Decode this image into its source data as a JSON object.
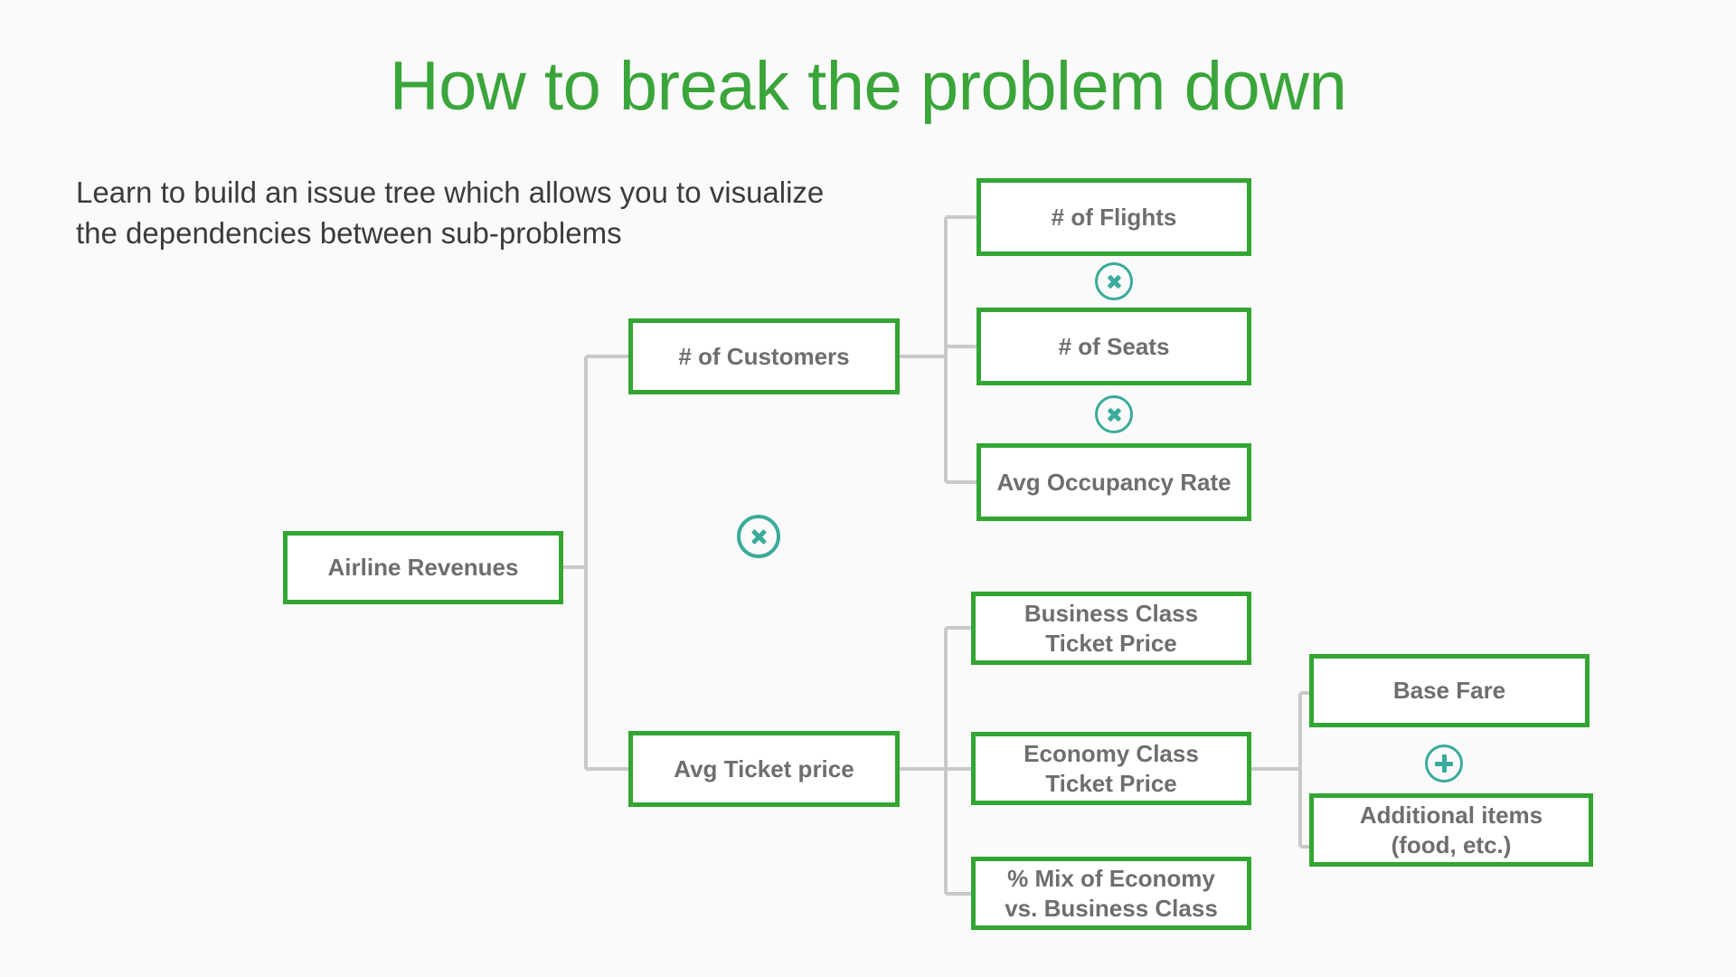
{
  "header": {
    "title": "How to break the problem down",
    "subtitle": "Learn to build an issue tree which allows you to visualize the dependencies between sub-problems"
  },
  "colors": {
    "title_green": "#3aa53a",
    "node_border_green": "#33a532",
    "node_text_gray": "#6e6e6e",
    "operator_teal": "#3aab9b",
    "connector_gray": "#c9c9c9",
    "background": "#fafafa",
    "subtitle_text": "#3b3b3b"
  },
  "tree": {
    "root": {
      "label": "Airline Revenues"
    },
    "level1": [
      {
        "label": "# of Customers"
      },
      {
        "label": "Avg Ticket price"
      }
    ],
    "level2_customers": [
      {
        "label": "# of Flights"
      },
      {
        "label": "# of Seats"
      },
      {
        "label": "Avg Occupancy Rate"
      }
    ],
    "level2_price": [
      {
        "label_line1": "Business Class",
        "label_line2": "Ticket Price"
      },
      {
        "label_line1": "Economy Class",
        "label_line2": "Ticket Price"
      },
      {
        "label_line1": "% Mix of Economy",
        "label_line2": "vs. Business Class"
      }
    ],
    "level3_economy": [
      {
        "label": "Base Fare"
      },
      {
        "label_line1": "Additional items",
        "label_line2": "(food, etc.)"
      }
    ],
    "operators": [
      {
        "name": "multiply-flights-seats",
        "symbol": "×",
        "type": "mult"
      },
      {
        "name": "multiply-seats-occupancy",
        "symbol": "×",
        "type": "mult"
      },
      {
        "name": "multiply-customers-price",
        "symbol": "×",
        "type": "mult"
      },
      {
        "name": "plus-basefare-additional",
        "symbol": "+",
        "type": "plus"
      }
    ]
  }
}
